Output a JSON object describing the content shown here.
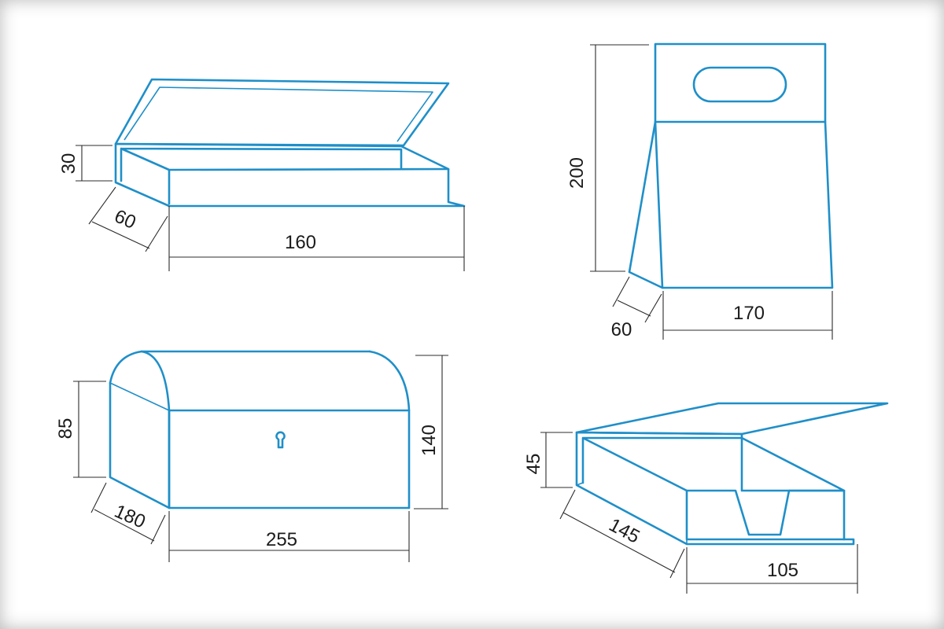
{
  "colors": {
    "outline": "#1f8fc9",
    "dimension": "#2c2c2c",
    "background": "#ffffff"
  },
  "boxes": [
    {
      "name": "hinged-lid-box",
      "dimensions": {
        "height": "30",
        "depth": "60",
        "width": "160"
      }
    },
    {
      "name": "carry-handle-box",
      "dimensions": {
        "height": "200",
        "depth": "60",
        "width": "170"
      }
    },
    {
      "name": "treasure-chest-box",
      "dimensions": {
        "side_height": "85",
        "depth": "180",
        "width": "255",
        "total_height": "140"
      }
    },
    {
      "name": "open-tray-box",
      "dimensions": {
        "height": "45",
        "depth": "145",
        "width": "105"
      }
    }
  ]
}
